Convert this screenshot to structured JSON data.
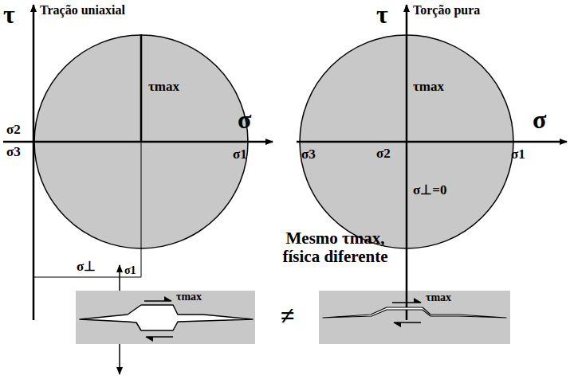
{
  "diagram": {
    "nodes": [
      {
        "text": [
          "τmax"
        ]
      },
      {
        "text": [
          "τmax",
          "σ2",
          "σ⊥=0"
        ]
      },
      {
        "text": [
          "τmax"
        ]
      },
      {
        "text": [
          "τmax"
        ]
      }
    ],
    "labels": [
      "τ",
      "Tração uniaxial",
      "σ",
      "σ2",
      "σ3",
      "σ1",
      "σ⊥",
      "τ",
      "Torção pura",
      "σ",
      "σ3",
      "σ1",
      "Mesmo τmax, física diferente",
      "σ1",
      "≠"
    ]
  }
}
